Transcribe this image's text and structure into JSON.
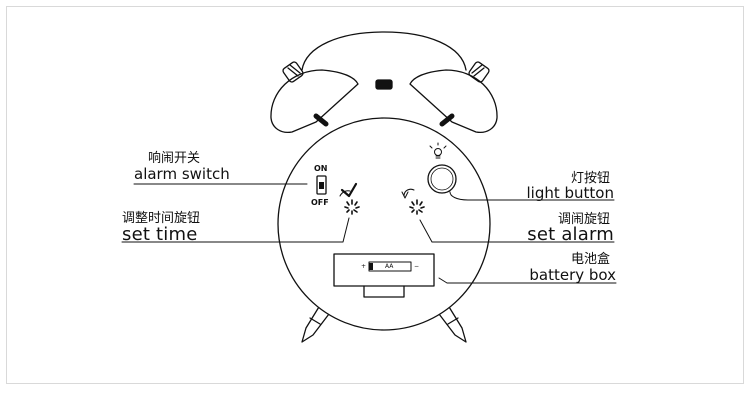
{
  "labels": {
    "alarm_switch": {
      "zh": "响闹开关",
      "en": "alarm switch"
    },
    "set_time": {
      "zh": "调整时间旋钮",
      "en": "set time"
    },
    "light_button": {
      "zh": "灯按钮",
      "en": "light button"
    },
    "set_alarm": {
      "zh": "调闹旋钮",
      "en": "set alarm"
    },
    "battery_box": {
      "zh": "电池盒",
      "en": "battery box"
    }
  },
  "switch_marks": {
    "on": "ON",
    "off": "OFF"
  },
  "battery": {
    "cell": "AA",
    "plus": "+",
    "minus": "−"
  }
}
